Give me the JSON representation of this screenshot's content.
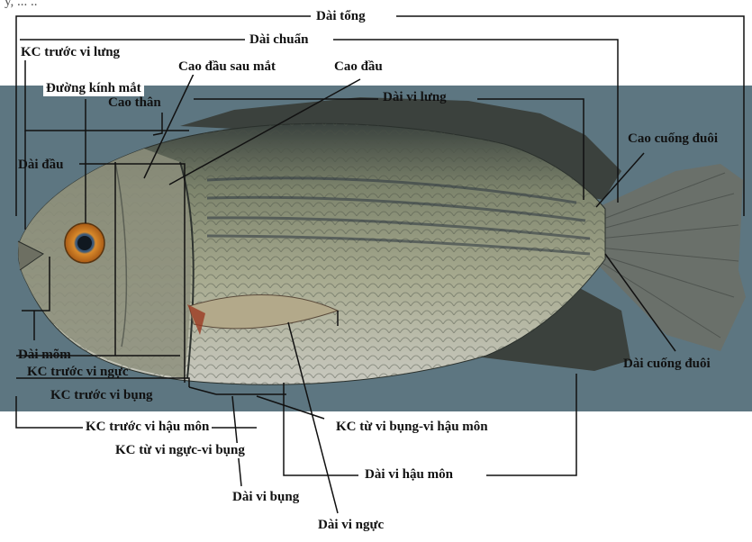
{
  "labels": {
    "top_fragment": "y, ... ..",
    "total_length": "Dài tổng",
    "standard_length": "Dài chuẩn",
    "predorsal_distance": "KC trước vi lưng",
    "head_depth_behind_eye": "Cao đầu sau mắt",
    "head_depth": "Cao đầu",
    "eye_diameter": "Đường kính mắt",
    "body_depth": "Cao thân",
    "dorsal_fin_length": "Dài vi lưng",
    "caudal_peduncle_depth": "Cao cuống đuôi",
    "head_length": "Dài đầu",
    "snout_length": "Dài mõm",
    "prepectoral_distance": "KC trước vi ngực",
    "prepelvic_distance": "KC trước vi bụng",
    "preanal_distance": "KC trước vi hậu môn",
    "pelvic_anal_distance": "KC từ vi bụng-vi hậu môn",
    "pectoral_pelvic_distance": "KC từ vi ngực-vi bụng",
    "anal_fin_length": "Dài vi hậu môn",
    "pelvic_fin_length": "Dài vi bụng",
    "pectoral_fin_length": "Dài vi ngực",
    "caudal_peduncle_length": "Dài cuống đuôi"
  },
  "colors": {
    "band": "#5d7681",
    "line": "#111111",
    "fish_body": "#9a9e80",
    "fish_back": "#3f4742",
    "fin": "#4a4f4a",
    "eye_ring": "#c8731f"
  }
}
